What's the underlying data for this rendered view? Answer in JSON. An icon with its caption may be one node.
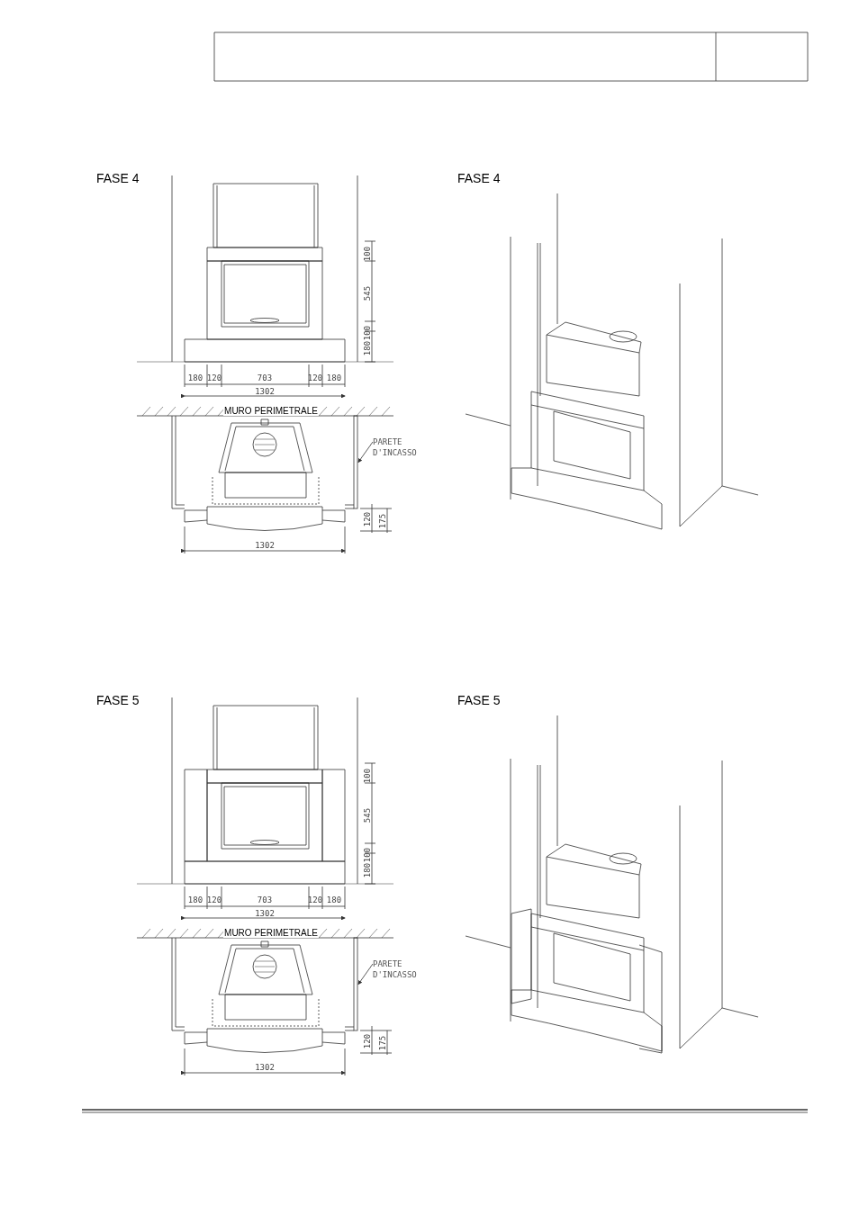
{
  "diagram": {
    "nodes": [
      {
        "text": [
          "PARETE D'INCASSO"
        ]
      },
      {
        "text": [],
        "shape": "bar"
      },
      {
        "text": [
          "PARETE D'INCASSO"
        ]
      },
      {
        "text": [],
        "shape": "bar"
      }
    ],
    "edges": [
      {
        "from": 0,
        "to": 1,
        "arrow": "to"
      },
      {
        "from": 2,
        "to": 3,
        "arrow": "to"
      }
    ],
    "labels": [
      "FASE 4",
      "FASE 4",
      "100",
      "545",
      "100",
      "180",
      "180",
      "120",
      "703",
      "120",
      "180",
      "1302",
      "MURO PERIMETRALE",
      "120",
      "175",
      "1302",
      "FASE 5",
      "FASE 5",
      "100",
      "545",
      "100",
      "180",
      "180",
      "120",
      "703",
      "120",
      "180",
      "1302",
      "MURO PERIMETRALE",
      "120",
      "175",
      "1302"
    ]
  }
}
